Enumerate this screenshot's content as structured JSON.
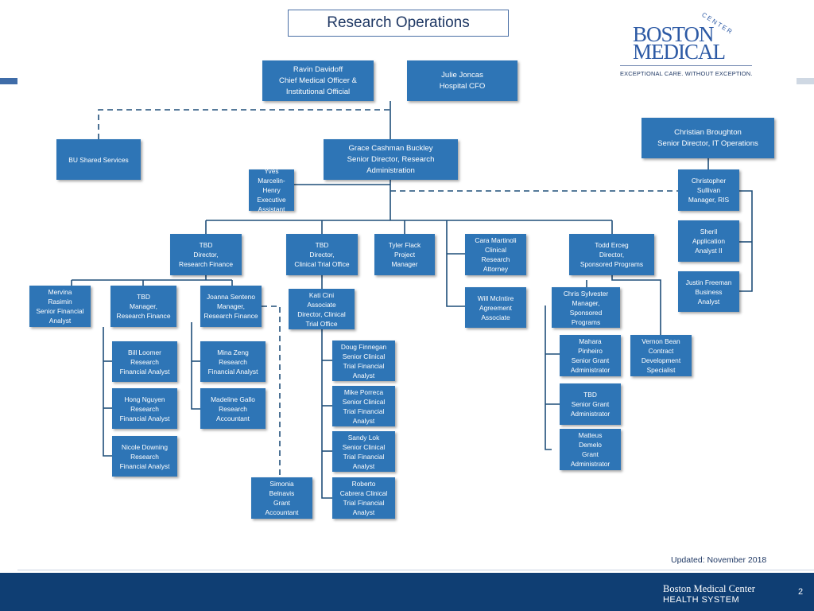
{
  "title": "Research Operations",
  "logo": {
    "center": "CENTER",
    "boston": "BOSTON",
    "medical": "MEDICAL",
    "tagline": "EXCEPTIONAL CARE. WITHOUT EXCEPTION."
  },
  "updated": "Updated: November 2018",
  "footer": {
    "org_line1": "Boston Medical Center",
    "org_line2": "HEALTH SYSTEM",
    "page_number": "2"
  },
  "colors": {
    "box": "#2e75b6",
    "line": "#1f4e79",
    "footer": "#0f3e73"
  },
  "boxes": {
    "davidoff": "Ravin Davidoff\nChief Medical Officer &\nInstitutional Official",
    "joncas": "Julie Joncas\nHospital CFO",
    "bu_shared": "BU Shared Services",
    "buckley": "Grace Cashman Buckley\nSenior Director, Research\nAdministration",
    "broughton": "Christian Broughton\nSenior Director, IT Operations",
    "marcelin": "Yves Marcelin-\nHenry\nExecutive\nAssistant",
    "sullivan": "Christopher\nSullivan\nManager, RIS",
    "sheril": "Sheril\nApplication\nAnalyst II",
    "freeman": "Justin Freeman\nBusiness\nAnalyst",
    "tbd_finance": "TBD\nDirector,\nResearch Finance",
    "tbd_cto": "TBD\nDirector,\nClinical Trial Office",
    "flack": "Tyler Flack\nProject\nManager",
    "martinoli": "Cara Martinoli\nClinical\nResearch\nAttorney",
    "erceg": "Todd Erceg\nDirector,\nSponsored Programs",
    "rasimin": "Mervina\nRasimin\nSenior Financial\nAnalyst",
    "tbd_mgr_finance": "TBD\nManager,\nResearch Finance",
    "senteno": "Joanna Senteno\nManager,\nResearch Finance",
    "cini": "Kati Cini\nAssociate\nDirector, Clinical\nTrial Office",
    "mcintire": "Will McIntire\nAgreement\nAssociate",
    "sylvester": "Chris Sylvester\nManager,\nSponsored\nPrograms",
    "loomer": "Bill Loomer\nResearch\nFinancial Analyst",
    "nguyen": "Hong Nguyen\nResearch\nFinancial Analyst",
    "downing": "Nicole Downing\nResearch\nFinancial Analyst",
    "zeng": "Mina Zeng\nResearch\nFinancial Analyst",
    "gallo": "Madeline Gallo\nResearch\nAccountant",
    "belnavis": "Simonia\nBelnavis\nGrant\nAccountant",
    "finnegan": "Doug Finnegan\nSenior Clinical\nTrial Financial\nAnalyst",
    "porreca": "Mike Porreca\nSenior Clinical\nTrial Financial\nAnalyst",
    "lok": "Sandy Lok\nSenior Clinical\nTrial Financial\nAnalyst",
    "cabrera": "Roberto\nCabrera Clinical\nTrial Financial\nAnalyst",
    "pinheiro": "Mahara\nPinheiro\nSenior Grant\nAdministrator",
    "tbd_grant": "TBD\nSenior Grant\nAdministrator",
    "demelo": "Matteus\nDemelo\nGrant\nAdministrator",
    "bean": "Vernon Bean\nContract\nDevelopment\nSpecialist"
  }
}
